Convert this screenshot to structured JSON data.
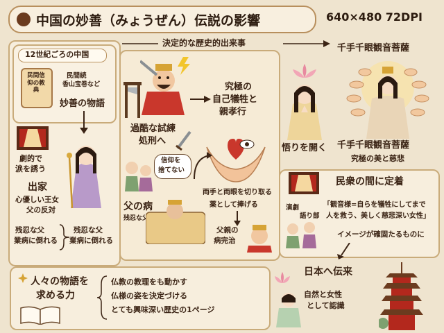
{
  "header": {
    "title": "中国の妙善（みょうぜん）伝説の影響",
    "dimensions": "640×480 72DPI"
  },
  "left": {
    "era": "12世紀ごろの中国",
    "folk_scroll": "民間信仰の教典",
    "sources_1": "民間続",
    "sources_2": "香山宝巻など",
    "story": "妙善の物語",
    "drama_1": "劇的で",
    "drama_2": "涙を誘う",
    "leave_home": "出家",
    "princess_1": "心優しい王女",
    "princess_2": "父の反対",
    "cruel_1": "残忍な父",
    "cruel_2": "業病に倒れる",
    "cruel_alt_1": "残忍な父",
    "cruel_alt_2": "業病に倒れる"
  },
  "center": {
    "timeline": "決定的な歴史的出来事",
    "trial_1": "過酷な試練",
    "trial_2": "処刑へ",
    "faith_1": "信仰を",
    "faith_2": "捨てない",
    "illness": "父の病",
    "cruel_father": "残忍な父",
    "sacrifice_1": "究極の",
    "sacrifice_2": "自己犠牲と",
    "sacrifice_3": "親孝行",
    "hands_1": "両手と両眼を切り取る",
    "hands_2": "薬として捧げる",
    "cured_1": "父親の",
    "cured_2": "病完治",
    "enlighten": "悟りを開く"
  },
  "right": {
    "thousand_top": "千手千眼観音菩薩",
    "thousand_name": "千手千眼観音菩薩",
    "beauty": "究極の美と慈悲",
    "spread": "民衆の間に定着",
    "drama_label": "演劇",
    "storyteller_label": "語り部",
    "quote_1": "「観音様=自らを犠牲にしてまで",
    "quote_2": "人を救う、美しく慈悲深い女性」",
    "image": "イメージが確固たるものに",
    "japan": "日本へ伝来",
    "nature_1": "自然と女性",
    "nature_2": "として認識"
  },
  "footer": {
    "power_1": "人々の物語を",
    "power_2": "求める力",
    "item_1": "仏教の教理をも動かす",
    "item_2": "仏様の姿を決定づける",
    "item_3": "とても興味深い歴史の1ページ"
  }
}
